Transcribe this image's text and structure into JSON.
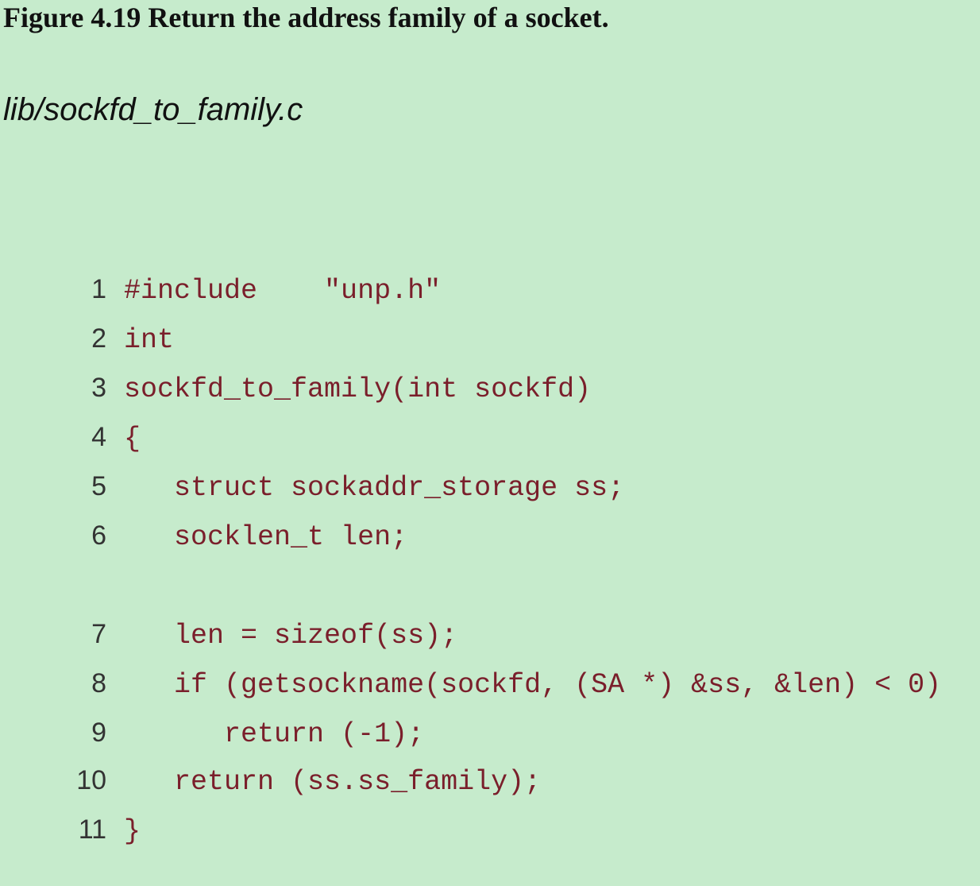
{
  "figure_title": "Figure 4.19 Return the address family of a socket.",
  "file_name": "lib/sockfd_to_family.c",
  "code_lines": [
    {
      "num": "1",
      "text": "#include    \"unp.h\""
    },
    {
      "num": "2",
      "text": "int"
    },
    {
      "num": "3",
      "text": "sockfd_to_family(int sockfd)"
    },
    {
      "num": "4",
      "text": "{"
    },
    {
      "num": "5",
      "text": "   struct sockaddr_storage ss;"
    },
    {
      "num": "6",
      "text": "   socklen_t len;"
    },
    {
      "num": "7",
      "text": "   len = sizeof(ss);"
    },
    {
      "num": "8",
      "text": "   if (getsockname(sockfd, (SA *) &ss, &len) < 0)"
    },
    {
      "num": "9",
      "text": "      return (-1);"
    },
    {
      "num": "10",
      "text": "   return (ss.ss_family);"
    },
    {
      "num": "11",
      "text": "}"
    }
  ]
}
